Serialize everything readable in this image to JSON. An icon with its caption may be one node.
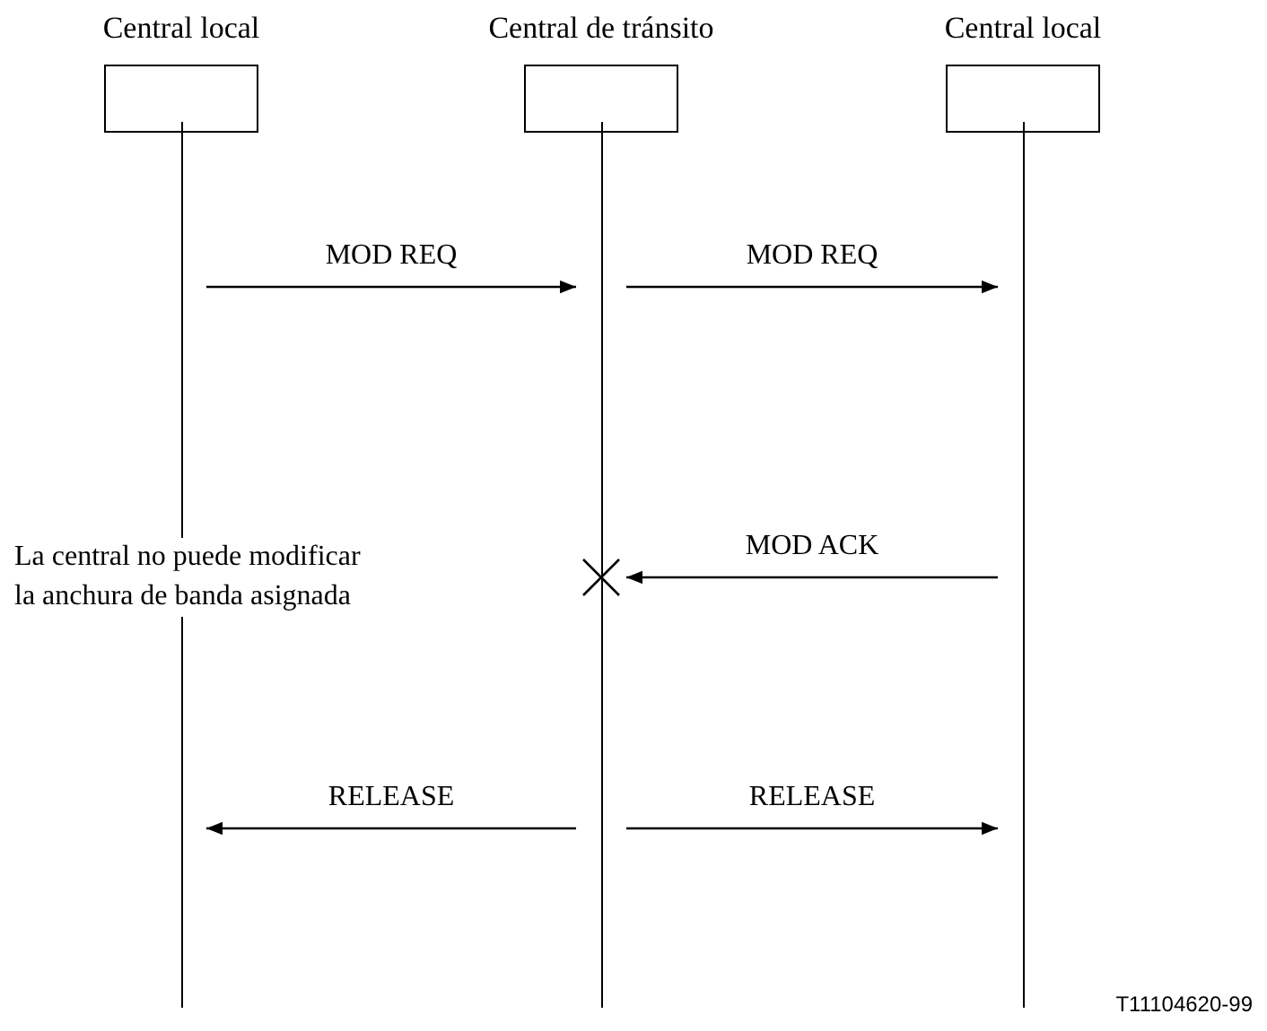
{
  "diagram": {
    "nodes": [
      {
        "text": [
          "Central local"
        ]
      },
      {
        "text": [
          "Central de tránsito"
        ]
      },
      {
        "text": [
          "Central local"
        ]
      }
    ],
    "edges": [
      {
        "from": 0,
        "to": 1,
        "arrow": "to",
        "label": "MOD REQ"
      },
      {
        "from": 1,
        "to": 2,
        "arrow": "to",
        "label": "MOD REQ"
      },
      {
        "from": 2,
        "to": 1,
        "arrow": "to",
        "label": "MOD ACK"
      },
      {
        "from": 1,
        "to": 0,
        "arrow": "to",
        "label": "RELEASE"
      },
      {
        "from": 1,
        "to": 2,
        "arrow": "to",
        "label": "RELEASE"
      }
    ],
    "labels": [
      "La central no puede modificar la anchura de banda asignada",
      "T11104620-99"
    ]
  }
}
